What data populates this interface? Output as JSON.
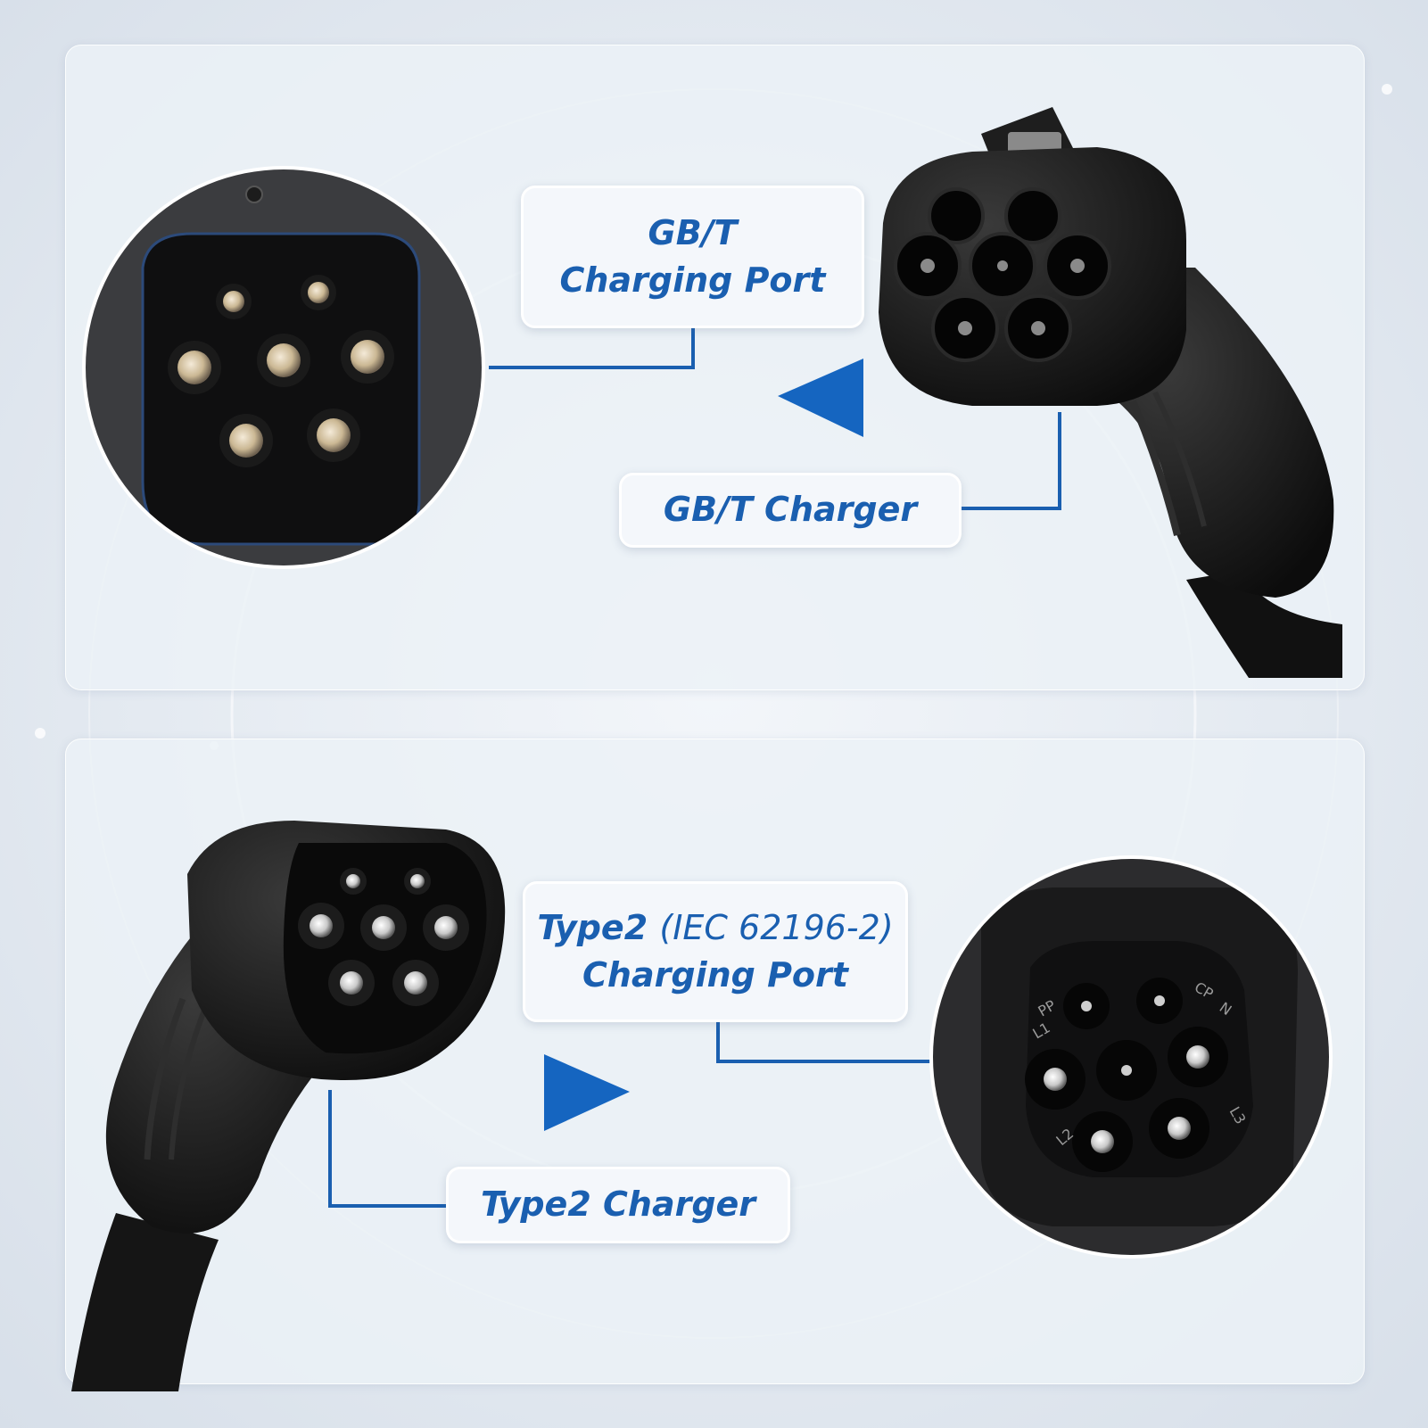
{
  "top_section": {
    "port_label_line1": "GB/T",
    "port_label_line2": "Charging Port",
    "charger_label": "GB/T Charger"
  },
  "bottom_section": {
    "port_label_name": "Type2",
    "port_label_standard": "(IEC 62196-2)",
    "port_label_line2": "Charging Port",
    "charger_label": "Type2 Charger",
    "pin_labels": [
      "PP",
      "CP",
      "L1",
      "N",
      "L2",
      "L3"
    ]
  },
  "colors": {
    "accent_blue": "#1a5fb0",
    "arrow_blue": "#1565c0",
    "connector_black": "#141414"
  }
}
